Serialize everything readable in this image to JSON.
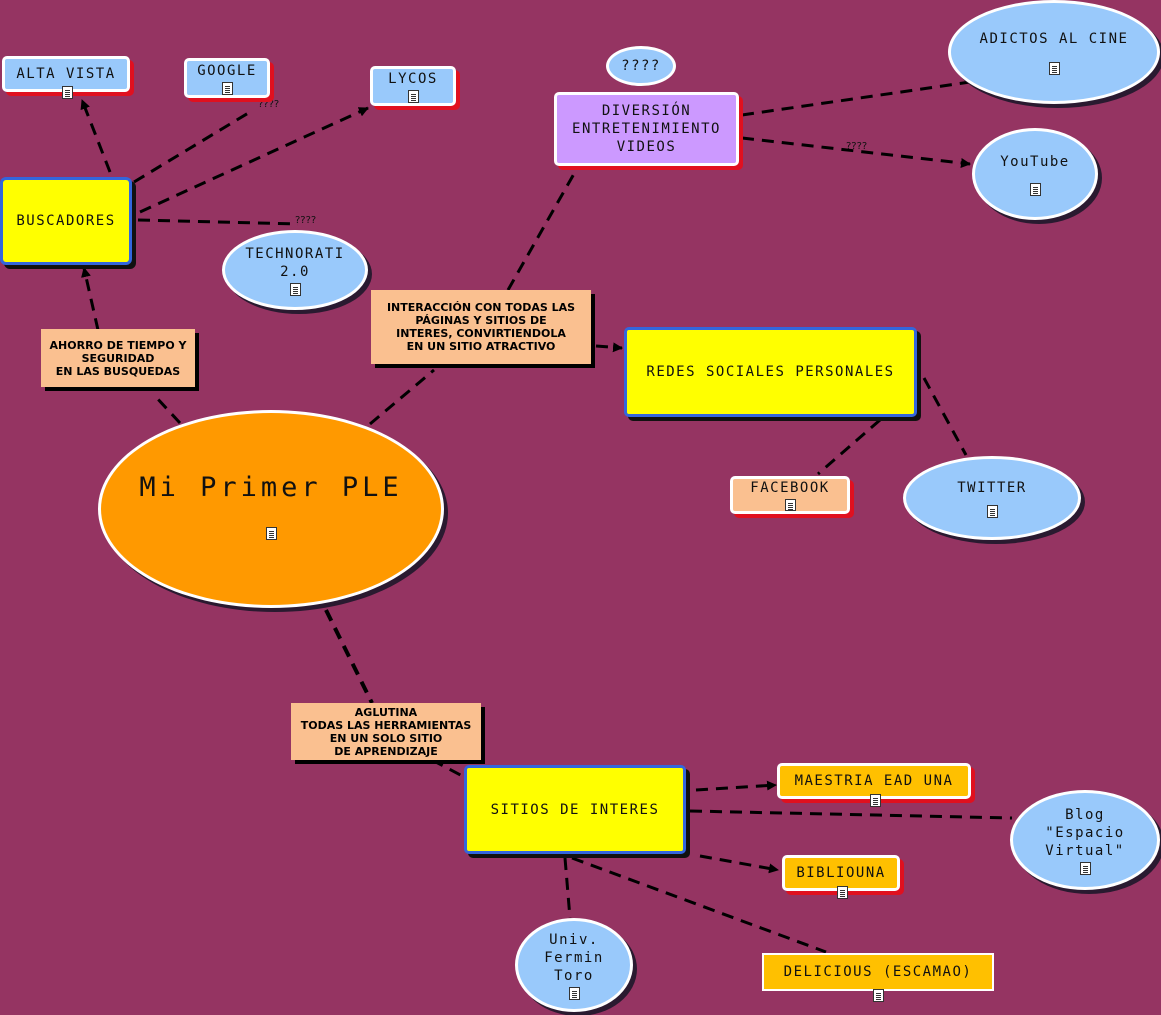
{
  "nodes": {
    "alta_vista": "ALTA VISTA",
    "google": "GOOGLE",
    "lycos": "LYCOS",
    "q_top": "????",
    "diversion": "DIVERSIÓN\nENTRETENIMIENTO\nVIDEOS",
    "adictos": "ADICTOS AL CINE",
    "youtube": "YouTube",
    "buscadores": "BUSCADORES",
    "technorati": "TECHNORATI\n2.0",
    "redes": "REDES SOCIALES PERSONALES",
    "facebook": "FACEBOOK",
    "twitter": "TWITTER",
    "ple": "Mi Primer PLE",
    "sitios": "SITIOS DE INTERES",
    "maestria": "MAESTRIA EAD UNA",
    "blog": "Blog\n\"Espacio\nVirtual\"",
    "bibliouna": "BIBLIOUNA",
    "delicious": "DELICIOUS (ESCAMAO)",
    "univ": "Univ.\nFermin\nToro"
  },
  "labels": {
    "ahorro": "AHORRO DE TIEMPO Y\nSEGURIDAD\nEN LAS BUSQUEDAS",
    "interaccion": "INTERACCIÓN CON TODAS LAS\nPÁGINAS Y SITIOS DE\nINTERES, CONVIRTIENDOLA\nEN UN SITIO ATRACTIVO",
    "aglutina": "AGLUTINA\nTODAS LAS HERRAMIENTAS\nEN UN SOLO SITIO\nDE APRENDIZAJE"
  },
  "edge_labels": {
    "google_q": "????",
    "technorati_q": "????",
    "youtube_q": "????"
  },
  "colors": {
    "background": "#953462",
    "concept_yellow": "#ffff00",
    "center_orange": "#ff9900",
    "resource_blue": "#99c9fb",
    "label_peach": "#fac090",
    "site_gold": "#ffc000",
    "diversion_purple": "#cc99ff"
  },
  "icons": {
    "resource": "document-icon"
  }
}
